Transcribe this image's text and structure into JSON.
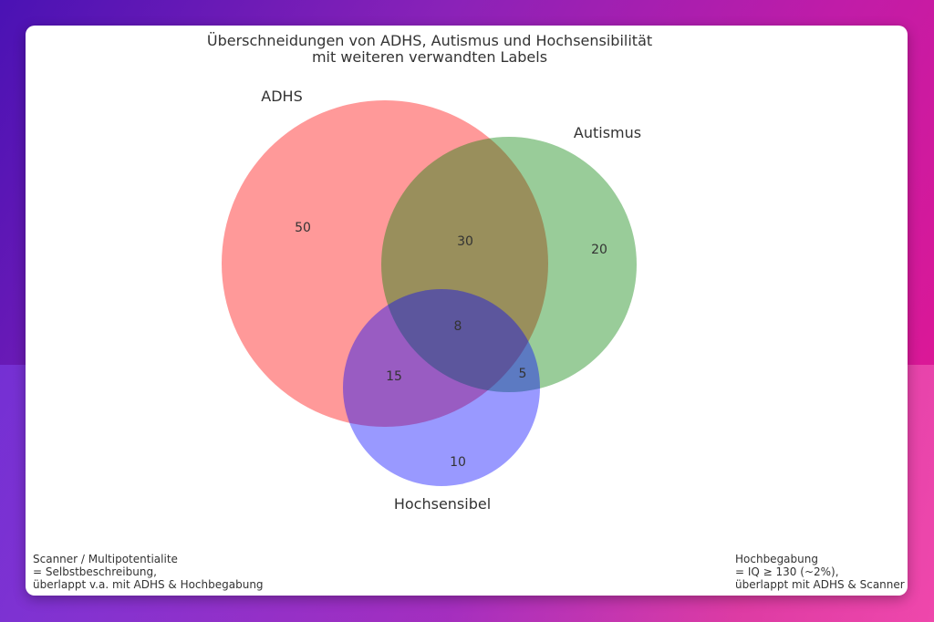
{
  "chart_data": {
    "type": "venn3",
    "title_line1": "Überschneidungen von ADHS, Autismus und Hochsensibilität",
    "title_line2": "mit weiteren verwandten Labels",
    "sets": [
      {
        "name": "ADHS",
        "color": "#ff0000"
      },
      {
        "name": "Autismus",
        "color": "#008000"
      },
      {
        "name": "Hochsensibel",
        "color": "#0000ff"
      }
    ],
    "regions": {
      "ADHS_only": 50,
      "Autismus_only": 20,
      "Hochsensibel_only": 10,
      "ADHS_Autismus": 30,
      "ADHS_Hochsensibel": 15,
      "Autismus_Hochsensibel": 5,
      "all": 8
    }
  },
  "notes": {
    "left": "Scanner / Multipotentialite\n= Selbstbeschreibung,\nüberlappt v.a. mit ADHS & Hochbegabung",
    "right": "Hochbegabung\n= IQ ≥ 130 (~2%),\nüberlappt mit ADHS & Scanner"
  }
}
